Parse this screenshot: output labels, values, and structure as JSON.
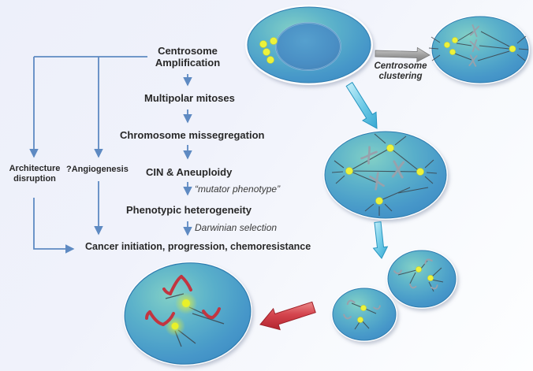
{
  "flowchart": {
    "nodes": {
      "centrosome_amplification": "Centrosome Amplification",
      "multipolar_mitoses": "Multipolar mitoses",
      "chromosome_missegregation": "Chromosome missegregation",
      "cin_aneuploidy": "CIN & Aneuploidy",
      "phenotypic_heterogeneity": "Phenotypic heterogeneity",
      "cancer_outcome": "Cancer initiation, progression, chemoresistance",
      "architecture_disruption": "Architecture disruption",
      "angiogenesis": "?Angiogenesis"
    },
    "edge_labels": {
      "mutator_phenotype": "“mutator phenotype”",
      "darwinian_selection": "Darwinian selection"
    }
  },
  "illustration": {
    "centrosome_clustering_label": "Centrosome clustering"
  },
  "colors": {
    "flow_arrow_blue": "#5e8ac2",
    "big_arrow_cyan": "#4cb5da",
    "big_arrow_red": "#c9333d",
    "big_arrow_gray": "#9a9a9a",
    "cell_teal": "#5cb2ca",
    "cell_blue_edge": "#3a87c0",
    "centrosome_yellow": "#edf23a",
    "chromosome_gray": "#98a1ac",
    "chromosome_red": "#c23540",
    "text_dark": "#282828",
    "background_top": "#edf0fa",
    "background_bottom": "#fdfeff"
  }
}
